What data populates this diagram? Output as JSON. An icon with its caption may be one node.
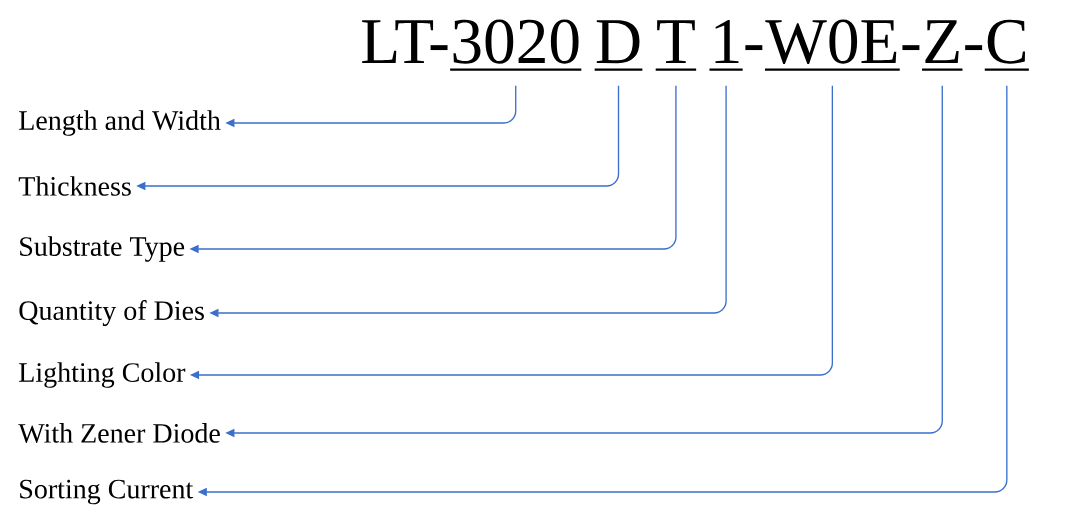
{
  "diagram": {
    "nodes": [
      {
        "text": [
          "3020"
        ]
      },
      {
        "text": [
          "D"
        ]
      },
      {
        "text": [
          "T"
        ]
      },
      {
        "text": [
          "1"
        ]
      },
      {
        "text": [
          "W0E"
        ]
      },
      {
        "text": [
          "Z"
        ]
      },
      {
        "text": [
          "C"
        ]
      },
      {
        "text": [
          "Length and Width"
        ]
      },
      {
        "text": [
          "Thickness"
        ]
      },
      {
        "text": [
          "Substrate Type"
        ]
      },
      {
        "text": [
          "Quantity of Dies"
        ]
      },
      {
        "text": [
          "Lighting Color"
        ]
      },
      {
        "text": [
          "With Zener Diode"
        ]
      },
      {
        "text": [
          "Sorting Current"
        ]
      }
    ],
    "edges": [
      {
        "from": 0,
        "to": 7,
        "arrow": "to"
      },
      {
        "from": 1,
        "to": 8,
        "arrow": "to"
      },
      {
        "from": 2,
        "to": 9,
        "arrow": "to"
      },
      {
        "from": 3,
        "to": 10,
        "arrow": "to"
      },
      {
        "from": 4,
        "to": 11,
        "arrow": "to"
      },
      {
        "from": 5,
        "to": 12,
        "arrow": "to"
      },
      {
        "from": 6,
        "to": 13,
        "arrow": "to"
      }
    ],
    "labels": [
      "LT-",
      "-",
      "-",
      "-"
    ]
  }
}
